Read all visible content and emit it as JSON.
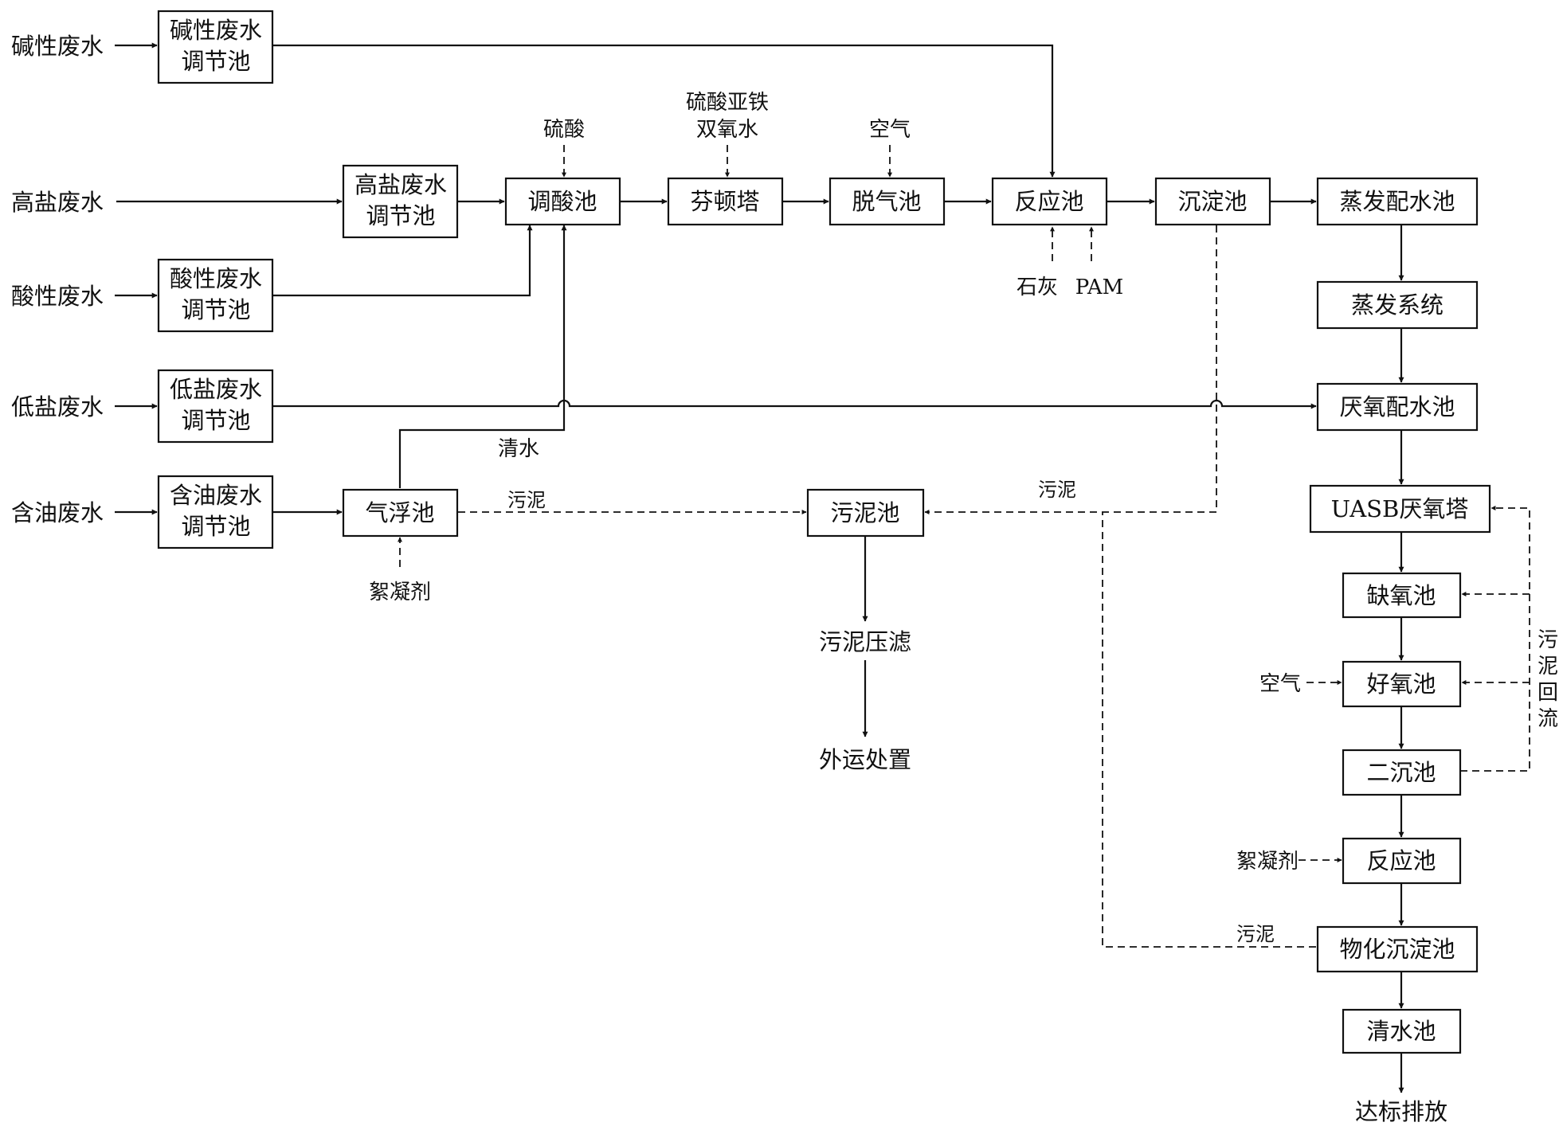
{
  "sources": {
    "alkaline": "碱性废水",
    "high_salt": "高盐废水",
    "acidic": "酸性废水",
    "low_salt": "低盐废水",
    "oily": "含油废水"
  },
  "units": {
    "alkaline_tank": [
      "碱性废水",
      "调节池"
    ],
    "high_salt_tank": [
      "高盐废水",
      "调节池"
    ],
    "acidic_tank": [
      "酸性废水",
      "调节池"
    ],
    "low_salt_tank": [
      "低盐废水",
      "调节池"
    ],
    "oily_tank": [
      "含油废水",
      "调节池"
    ],
    "acid_adjust": "调酸池",
    "fenton": "芬顿塔",
    "degas": "脱气池",
    "reaction1": "反应池",
    "sediment1": "沉淀池",
    "evap_mix": "蒸发配水池",
    "evap_system": "蒸发系统",
    "anaerobic_mix": "厌氧配水池",
    "uasb": "UASB厌氧塔",
    "anoxic": "缺氧池",
    "aerobic": "好氧池",
    "secondary_clarifier": "二沉池",
    "reaction2": "反应池",
    "physchem_sediment": "物化沉淀池",
    "clear_water_tank": "清水池",
    "air_flotation": "气浮池",
    "sludge_tank": "污泥池",
    "sludge_press": "污泥压滤",
    "outward_disposal": "外运处置",
    "discharge": "达标排放"
  },
  "reagents": {
    "sulfuric_acid": "硫酸",
    "ferrous_sulfate": "硫酸亚铁",
    "hydrogen_peroxide": "双氧水",
    "air_top": "空气",
    "lime": "石灰",
    "pam": "PAM",
    "flocculant_flotation": "絮凝剂",
    "air_aerobic": "空气",
    "flocculant_reaction": "絮凝剂"
  },
  "flow_labels": {
    "clear_water": "清水",
    "sludge_flotation": "污泥",
    "sludge_sediment": "污泥",
    "sludge_physchem": "污泥",
    "sludge_return": [
      "污",
      "泥",
      "回",
      "流"
    ]
  }
}
